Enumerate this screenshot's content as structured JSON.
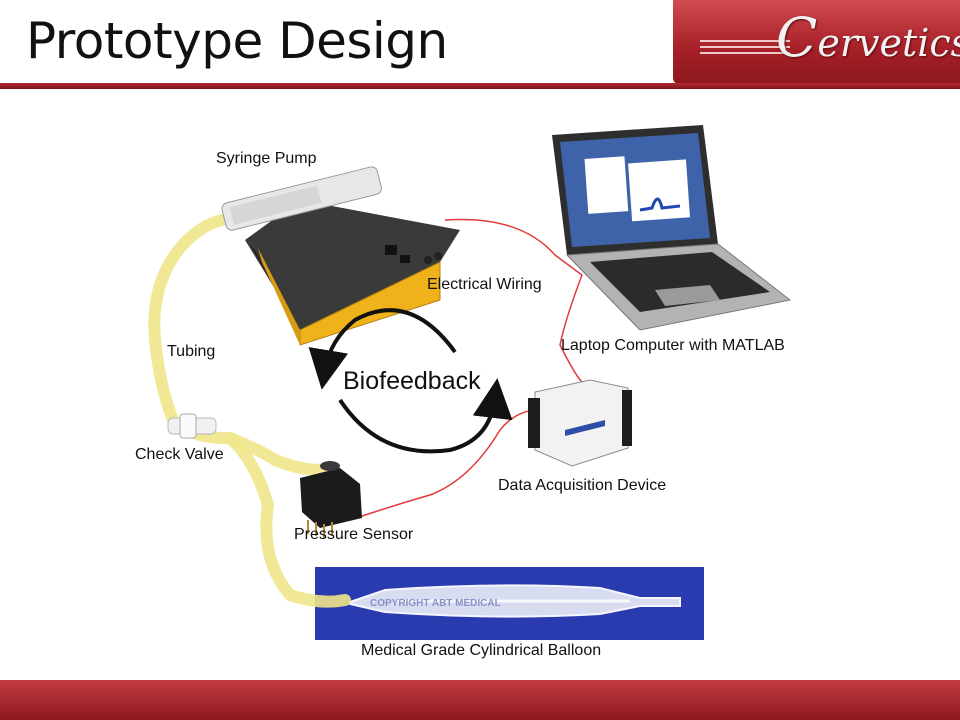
{
  "slide": {
    "title": "Prototype Design",
    "brand": {
      "initial": "C",
      "rest": "ervetics"
    }
  },
  "diagram": {
    "labels": {
      "syringe_pump": "Syringe Pump",
      "electrical_wiring": "Electrical Wiring",
      "laptop": "Laptop Computer with MATLAB",
      "tubing": "Tubing",
      "biofeedback": "Biofeedback",
      "check_valve": "Check Valve",
      "daq": "Data Acquisition Device",
      "pressure_sensor": "Pressure Sensor",
      "balloon": "Medical Grade Cylindrical Balloon"
    },
    "balloon_watermark": "COPYRIGHT ABT MEDICAL"
  },
  "colors": {
    "brand_red": "#a51f27",
    "tubing_yellow": "#efe68a",
    "wire_red": "#e23b3b",
    "pump_yellow": "#f0b21b",
    "balloon_blue": "#2a3bb0"
  }
}
